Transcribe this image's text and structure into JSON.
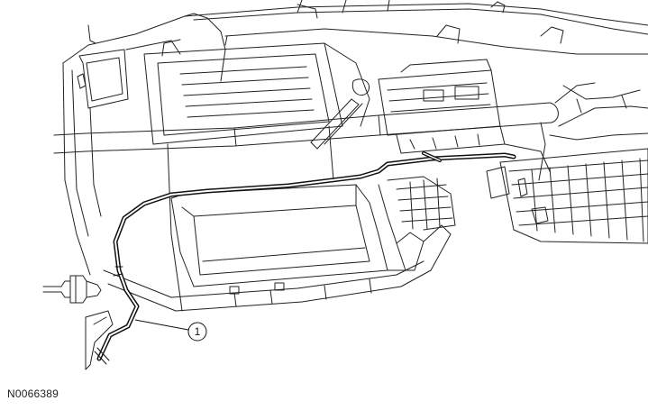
{
  "figure": {
    "id": "N0066389",
    "callouts": [
      {
        "number": "1",
        "target": "harness"
      }
    ]
  }
}
